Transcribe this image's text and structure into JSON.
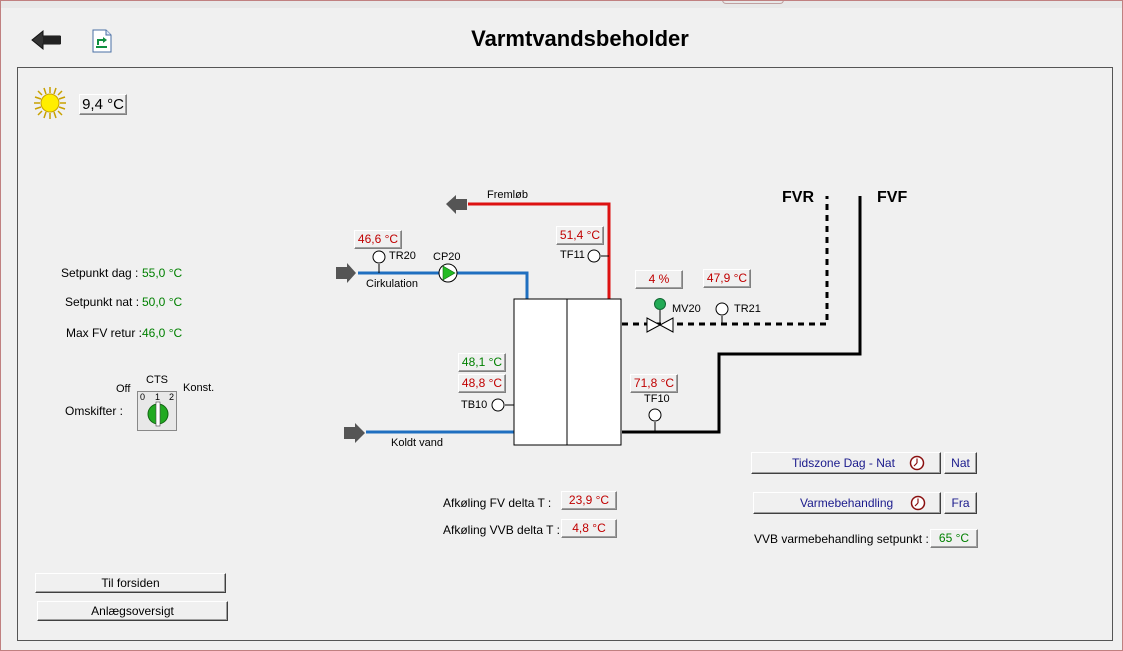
{
  "title": "Varmtvandsbeholder",
  "outdoor": {
    "temp": "9,4 °C"
  },
  "setpoints": {
    "dag_label": "Setpunkt dag :",
    "dag_value": "55,0 °C",
    "nat_label": "Setpunkt nat :",
    "nat_value": "50,0 °C",
    "maxfv_label": "Max FV retur :",
    "maxfv_value": "46,0 °C"
  },
  "switch": {
    "label": "Omskifter :",
    "off": "Off",
    "cts": "CTS",
    "konst": "Konst.",
    "pos0": "0",
    "pos1": "1",
    "pos2": "2"
  },
  "diagram": {
    "fremlob": "Fremløb",
    "cirkulation": "Cirkulation",
    "koldt_vand": "Koldt vand",
    "fvr": "FVR",
    "fvf": "FVF",
    "tr20_label": "TR20",
    "tr20_value": "46,6 °C",
    "cp20_label": "CP20",
    "tf11_label": "TF11",
    "tf11_value": "51,4 °C",
    "mv20_label": "MV20",
    "mv20_value": "4 %",
    "tr21_label": "TR21",
    "tr21_value": "47,9 °C",
    "tb10_label": "TB10",
    "tb10_value_a": "48,1 °C",
    "tb10_value_b": "48,8 °C",
    "tf10_label": "TF10",
    "tf10_value": "71,8 °C"
  },
  "cooling": {
    "fv_label": "Afkøling FV delta T :",
    "fv_value": "23,9 °C",
    "vvb_label": "Afkøling VVB delta T :",
    "vvb_value": "4,8 °C"
  },
  "schedule": {
    "tidszone_label": "Tidszone Dag - Nat",
    "tidszone_state": "Nat",
    "varme_label": "Varmebehandling",
    "varme_state": "Fra",
    "setpoint_label": "VVB varmebehandling setpunkt :",
    "setpoint_value": "65 °C"
  },
  "nav": {
    "forside": "Til forsiden",
    "oversigt": "Anlægsoversigt"
  },
  "colors": {
    "flow": "#dd1111",
    "cold": "#1f6fc0",
    "text_green": "#008000",
    "text_red": "#c00000"
  }
}
